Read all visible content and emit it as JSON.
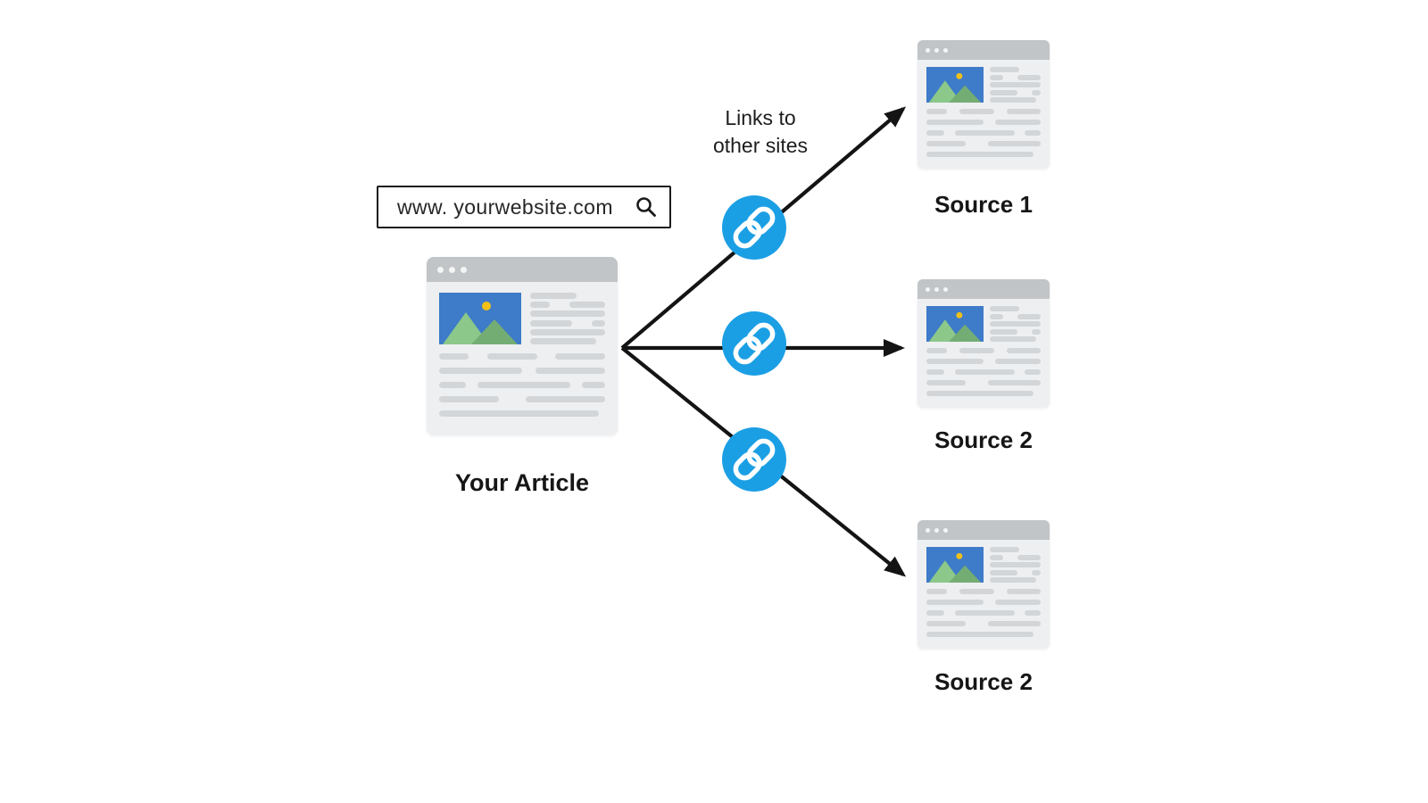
{
  "search_bar": {
    "value": "www. yourwebsite.com"
  },
  "article": {
    "label": "Your Article"
  },
  "annotation": {
    "line1": "Links to",
    "line2": "other sites"
  },
  "sources": [
    {
      "label": "Source 1"
    },
    {
      "label": "Source 2"
    },
    {
      "label": "Source 2"
    }
  ],
  "icons": {
    "search": "search-icon",
    "link": "chain-link-icon",
    "window_dots": "window-dots-icon"
  },
  "colors": {
    "link_badge": "#1b9fe4",
    "arrow": "#141414",
    "border": "#1a1a1a",
    "text": "#1a1a1a",
    "card_bg": "#edeff1",
    "card_titlebar": "#c2c5c7",
    "skeleton_bar": "#d3d6d8",
    "image_bg": "#3e7bc8",
    "mountain_light": "#8bc88a",
    "mountain_dark": "#74ad74",
    "sun": "#f2c019"
  }
}
